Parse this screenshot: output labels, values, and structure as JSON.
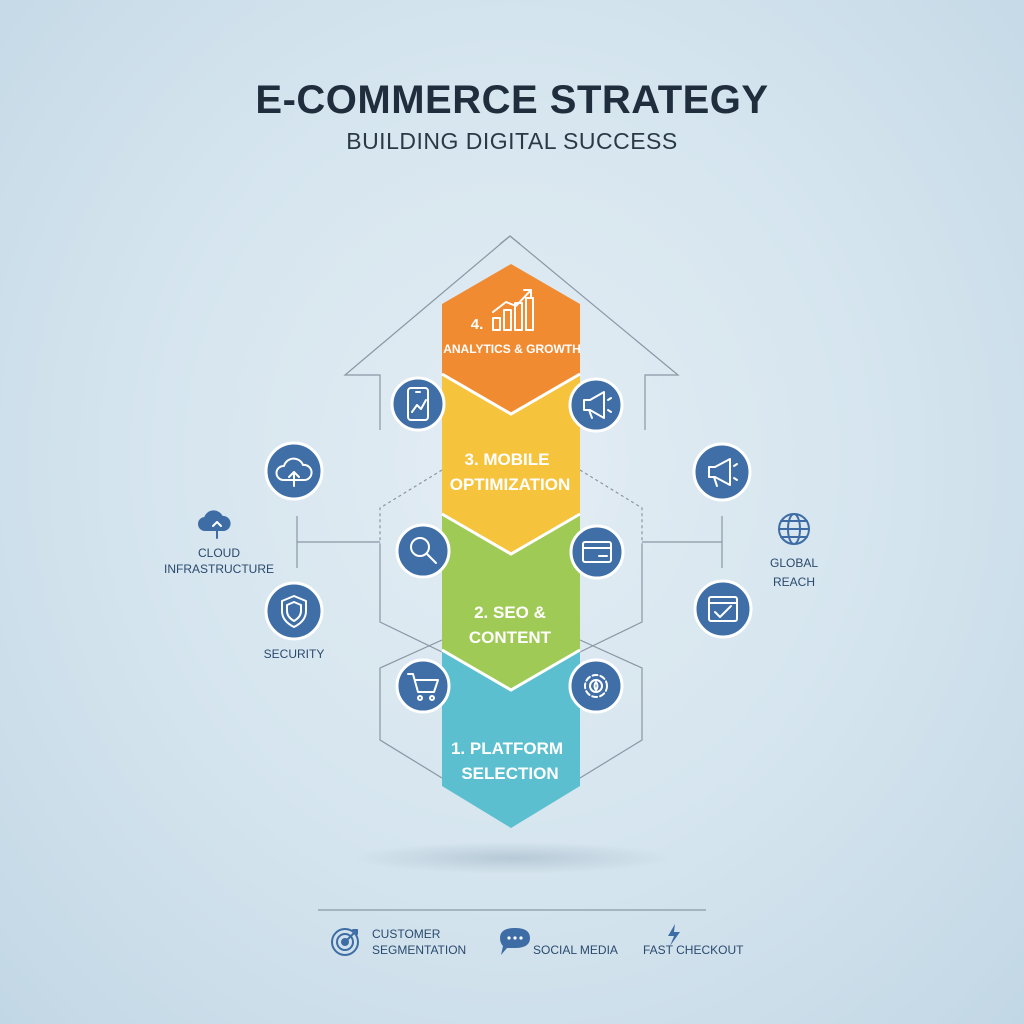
{
  "header": {
    "title": "E-COMMERCE STRATEGY",
    "subtitle": "BUILDING DIGITAL SUCCESS"
  },
  "stages": [
    {
      "line1": "1. PLATFORM",
      "line2": "SELECTION",
      "color": "#5bbfcf"
    },
    {
      "line1": "2. SEO &",
      "line2": "CONTENT",
      "color": "#9fca55"
    },
    {
      "line1": "3. MOBILE",
      "line2": "OPTIMIZATION",
      "color": "#f6c33d"
    },
    {
      "line1": "4.",
      "line2": "ANALYTICS & GROWTH",
      "color": "#f18b32"
    }
  ],
  "side_labels": {
    "cloud": [
      "CLOUD",
      "INFRASTRUCTURE"
    ],
    "security": "SECURITY",
    "global": [
      "GLOBAL",
      "REACH"
    ]
  },
  "footer": {
    "items": [
      {
        "lines": [
          "CUSTOMER",
          "SEGMENTATION"
        ],
        "icon": "target-icon"
      },
      {
        "lines": [
          "SOCIAL MEDIA"
        ],
        "icon": "chat-bubble-icon"
      },
      {
        "lines": [
          "FAST CHECKOUT"
        ],
        "icon": "lightning-icon"
      }
    ]
  },
  "colors": {
    "icon_circle": "#3f6fa6",
    "title": "#1f2d3c"
  }
}
